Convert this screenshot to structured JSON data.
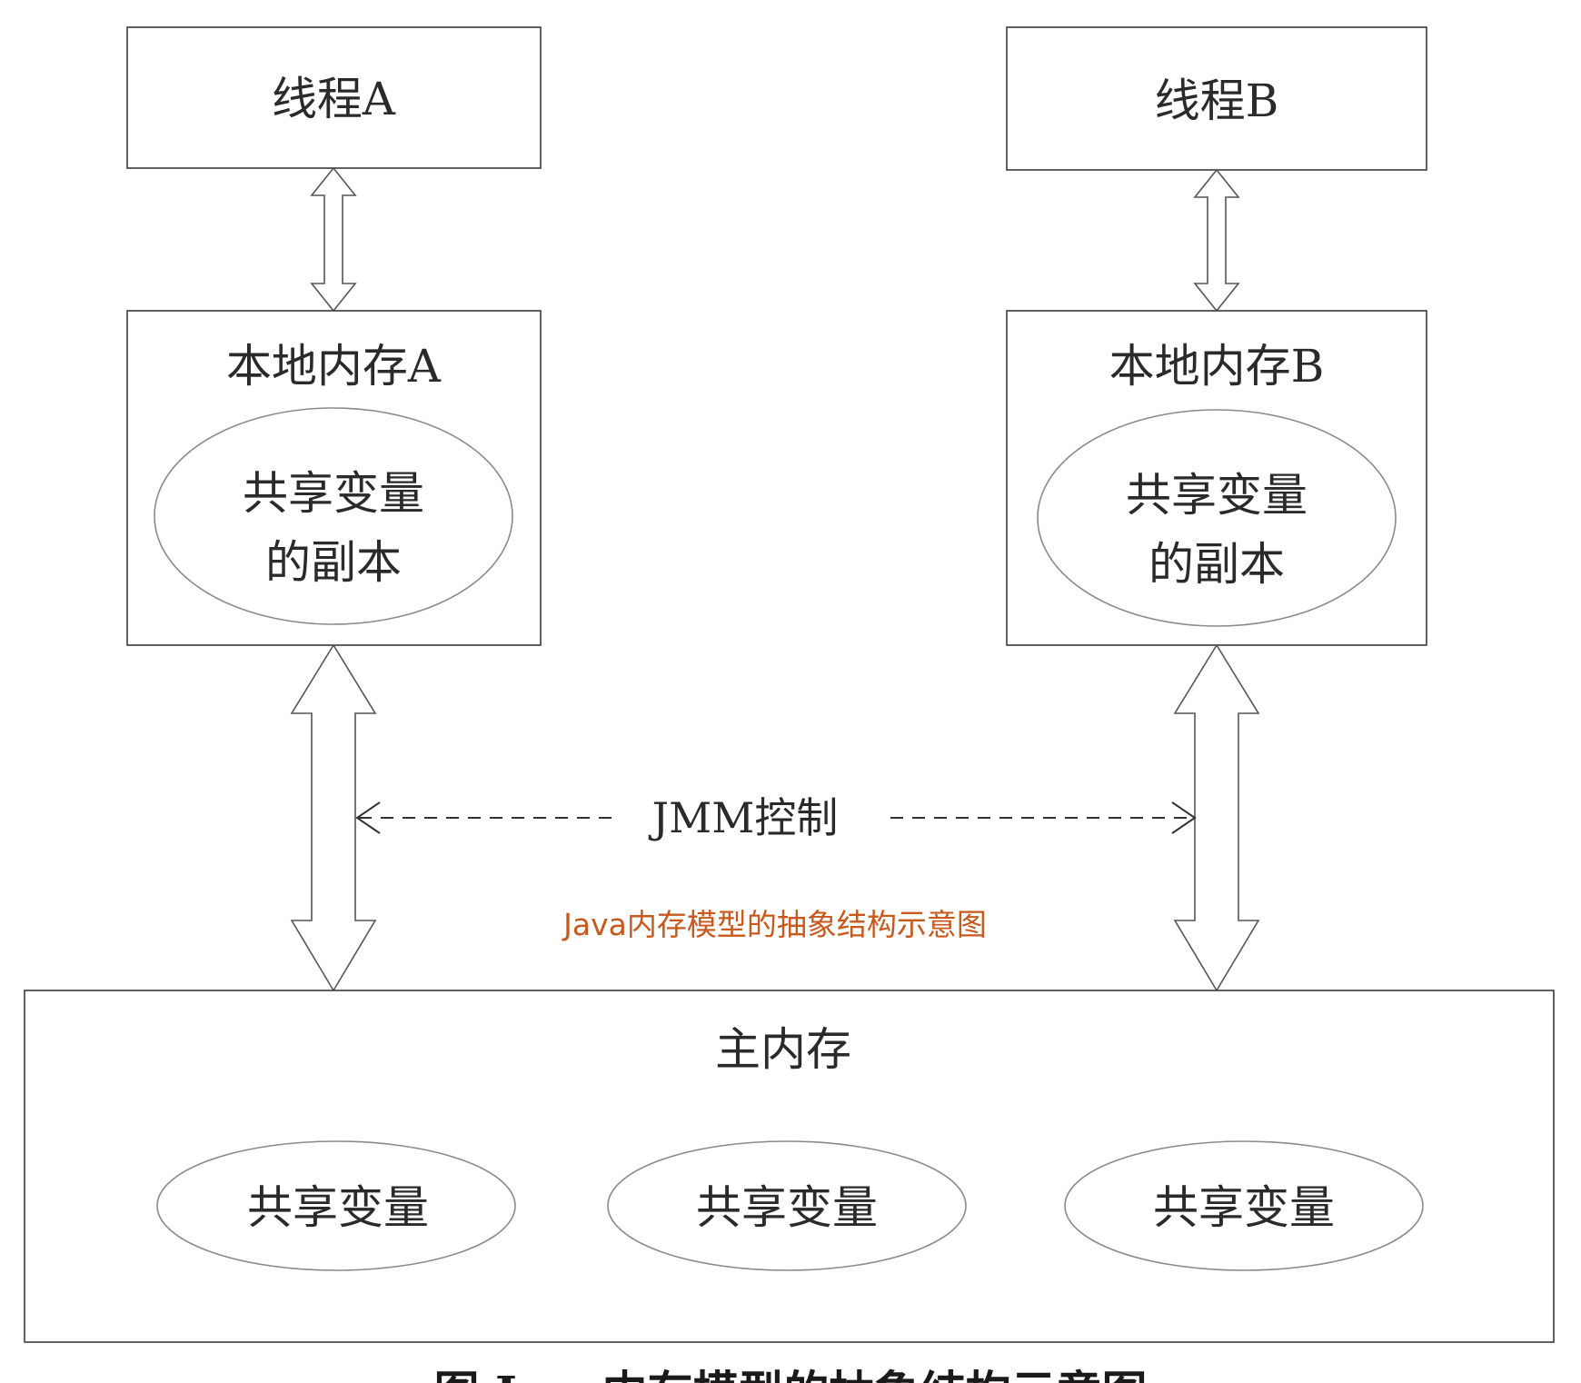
{
  "thread_a": {
    "label": "线程A"
  },
  "thread_b": {
    "label": "线程B"
  },
  "local_memory_a": {
    "label": "本地内存A",
    "copy_line1": "共享变量",
    "copy_line2": "的副本"
  },
  "local_memory_b": {
    "label": "本地内存B",
    "copy_line1": "共享变量",
    "copy_line2": "的副本"
  },
  "jmm_label": "JMM控制",
  "note": "Java内存模型的抽象结构示意图",
  "main_memory": {
    "label": "主内存",
    "variables": [
      "共享变量",
      "共享变量",
      "共享变量"
    ]
  },
  "caption": "图 Java内存模型的抽象结构示意图"
}
